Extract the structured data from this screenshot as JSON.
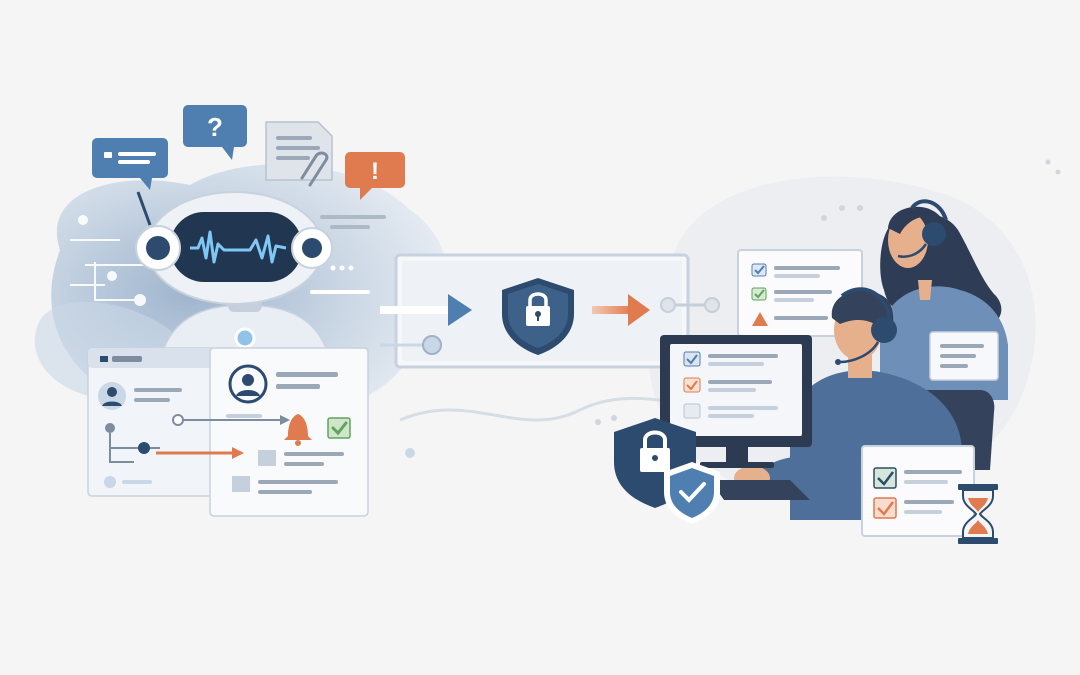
{
  "colors": {
    "background": "#f6f5f6",
    "navy": "#2d4a6f",
    "blue": "#4f7fb0",
    "light_blue": "#c9d7e6",
    "pale_blue": "#dfe7f0",
    "orange": "#e07a4f",
    "green": "#5fa35f",
    "gray_line": "#aeb9c6",
    "skin": "#e7b08d",
    "hair": "#34425b"
  },
  "speech_bubbles": [
    {
      "icon": "lines-icon"
    },
    {
      "icon": "question-icon",
      "glyph": "?"
    },
    {
      "icon": "exclamation-icon",
      "glyph": "!"
    }
  ],
  "center_panel": {
    "icon": "lock-shield-icon"
  },
  "workflow": {
    "icons": [
      "bell-icon",
      "check-icon"
    ]
  },
  "monitor": {
    "checks": [
      "check",
      "check",
      "empty"
    ]
  },
  "checklists": {
    "top_right": [
      "check",
      "check",
      "warning"
    ],
    "bottom_right": [
      "check",
      "check"
    ]
  },
  "timer": {
    "icon": "hourglass-icon"
  }
}
